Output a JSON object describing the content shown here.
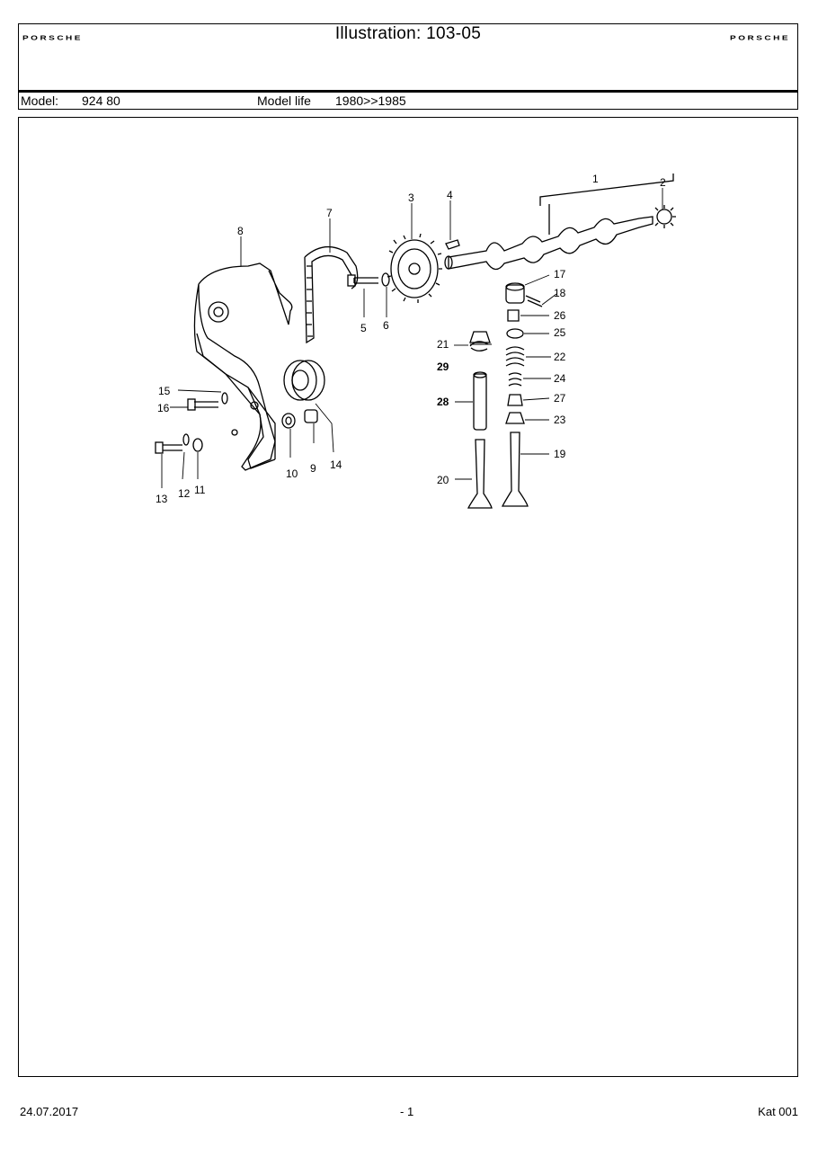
{
  "header": {
    "brand_left": "PORSCHE",
    "brand_right": "PORSCHE",
    "title": "Illustration: 103-05",
    "model_label": "Model:",
    "model_value": "924 80",
    "model_life_label": "Model life",
    "model_life_value": "1980>>1985"
  },
  "callouts": [
    "1",
    "2",
    "3",
    "4",
    "5",
    "6",
    "7",
    "8",
    "9",
    "10",
    "11",
    "12",
    "13",
    "14",
    "15",
    "16",
    "17",
    "18",
    "19",
    "20",
    "21",
    "22",
    "23",
    "24",
    "25",
    "26",
    "27",
    "28",
    "29"
  ],
  "footer": {
    "date": "24.07.2017",
    "page": "- 1",
    "catalog": "Kat 001"
  }
}
